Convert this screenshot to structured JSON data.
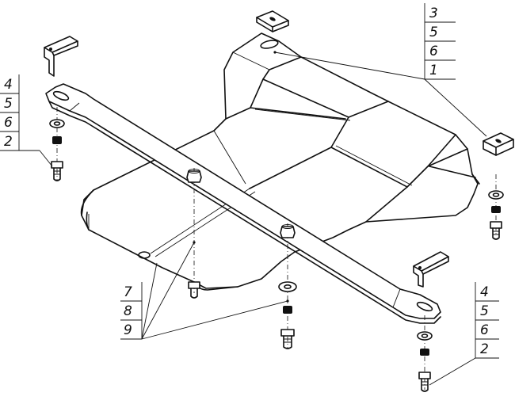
{
  "callouts": {
    "top_right": [
      "3",
      "5",
      "6",
      "1"
    ],
    "left": [
      "4",
      "5",
      "6",
      "2"
    ],
    "bottom_center": [
      "7",
      "8",
      "9"
    ],
    "bottom_right": [
      "4",
      "5",
      "6",
      "2"
    ]
  }
}
